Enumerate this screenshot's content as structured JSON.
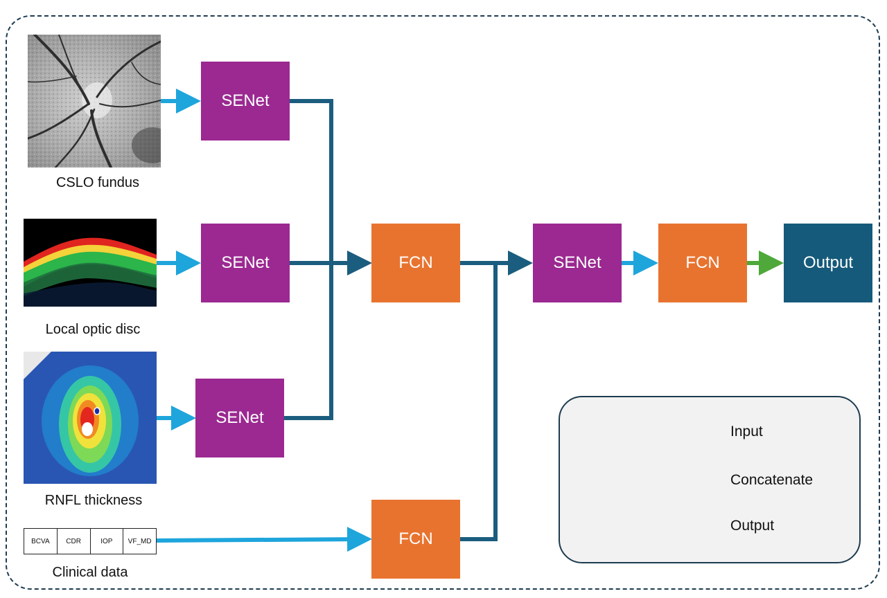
{
  "inputs": {
    "cslo": "CSLO fundus",
    "optic_disc": "Local optic disc",
    "rnfl": "RNFL thickness",
    "clinical": "Clinical data"
  },
  "clinical_table": {
    "columns": [
      "BCVA",
      "CDR",
      "IOP",
      "VF_MD"
    ]
  },
  "nodes": {
    "senet_1": "SENet",
    "senet_2": "SENet",
    "senet_3": "SENet",
    "fcn_merge": "FCN",
    "fcn_clinical": "FCN",
    "senet_fusion": "SENet",
    "fcn_final": "FCN",
    "output": "Output"
  },
  "legend": {
    "input": "Input",
    "concatenate": "Concatenate",
    "output": "Output"
  },
  "colors": {
    "input_arrow": "#1ea5dc",
    "concat_arrow": "#1b5d7e",
    "output_arrow": "#4ea83a",
    "senet": "#9b2991",
    "fcn": "#e8732f",
    "output_box": "#155a7a"
  }
}
